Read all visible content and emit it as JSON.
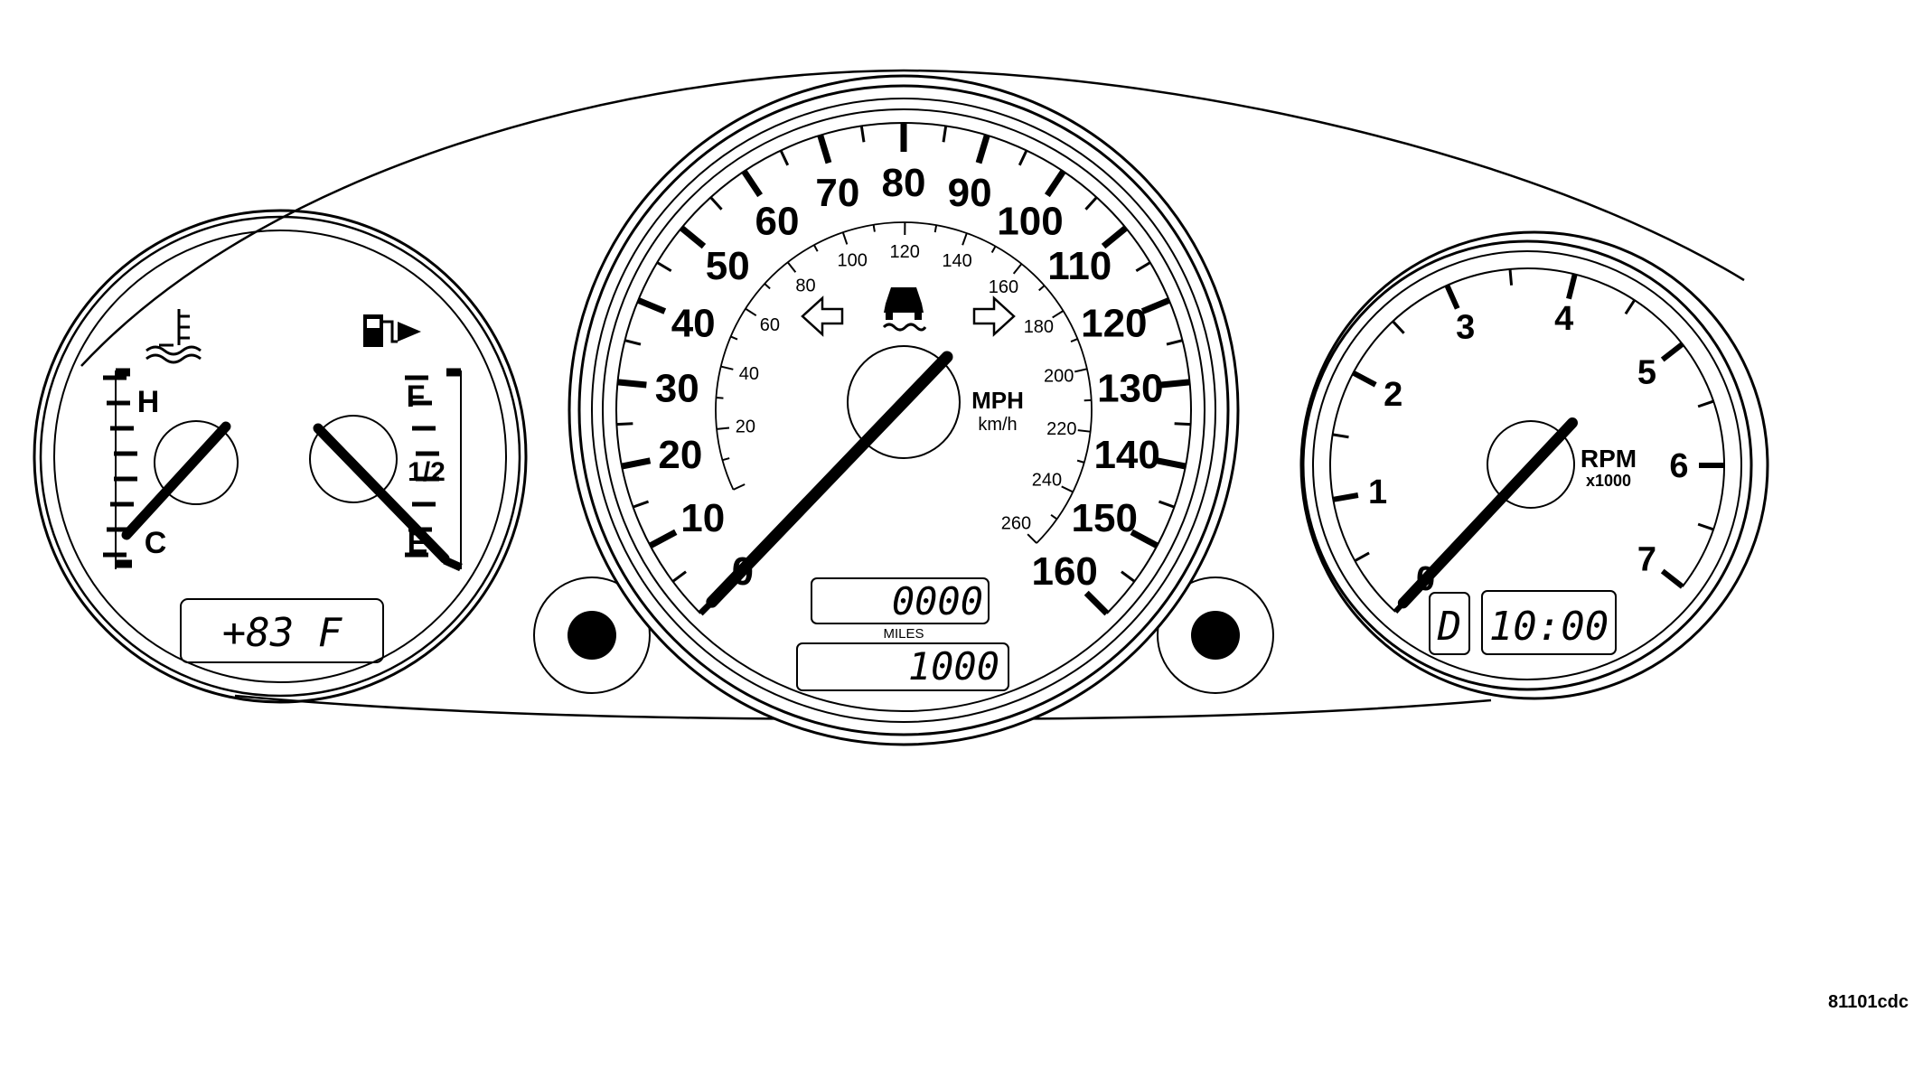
{
  "temp_gauge": {
    "hot_label": "H",
    "cold_label": "C",
    "icon": "coolant-temperature-icon",
    "reading": 0.12
  },
  "fuel_gauge": {
    "full_label": "F",
    "half_label": "1/2",
    "empty_label": "E",
    "icon": "fuel-pump-icon",
    "reading": 0.0
  },
  "outside_temp_display": "+83 F",
  "speedometer": {
    "mph_labels": [
      "0",
      "10",
      "20",
      "30",
      "40",
      "50",
      "60",
      "70",
      "80",
      "90",
      "100",
      "110",
      "120",
      "130",
      "140",
      "150",
      "160"
    ],
    "kmh_labels": [
      "20",
      "40",
      "60",
      "80",
      "100",
      "120",
      "140",
      "160",
      "180",
      "200",
      "220",
      "240",
      "260"
    ],
    "unit_mph": "MPH",
    "unit_kmh": "km/h",
    "icons": [
      "left-turn-signal-icon",
      "traction-control-icon",
      "right-turn-signal-icon"
    ],
    "reading_mph": 0
  },
  "odometer": {
    "value": "0000",
    "units_label": "MILES"
  },
  "trip_odometer": {
    "value": "1000"
  },
  "tachometer": {
    "labels": [
      "0",
      "1",
      "2",
      "3",
      "4",
      "5",
      "6",
      "7"
    ],
    "unit": "RPM",
    "multiplier": "x1000",
    "reading": 0
  },
  "gear_display": "D",
  "clock_display": "10:00",
  "figure_code": "81101cdc"
}
